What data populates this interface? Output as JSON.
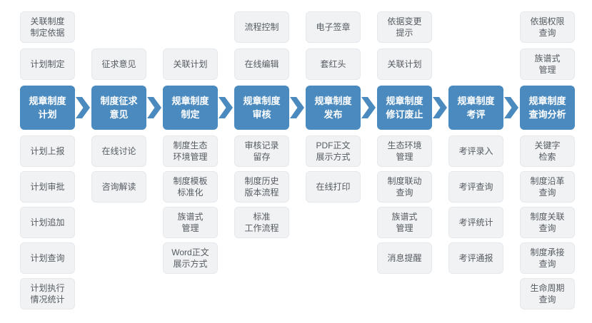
{
  "diagram": {
    "colors": {
      "accent": "#4A8ABF",
      "box_bg": "#F0F2F4",
      "box_border": "#E6E9EC",
      "box_text": "#565B61",
      "stage_text": "#FFFFFF"
    },
    "icons": {
      "flow_arrow": "chevron-right"
    },
    "stages": [
      {
        "label": "规章制度\n计划",
        "above": [
          "关联制度\n制定依据",
          "计划制定"
        ],
        "below": [
          "计划上报",
          "计划审批",
          "计划追加",
          "计划查询",
          "计划执行\n情况统计"
        ]
      },
      {
        "label": "制度征求\n意见",
        "above": [
          "征求意见"
        ],
        "below": [
          "在线讨论",
          "咨询解读"
        ]
      },
      {
        "label": "规章制度\n制定",
        "above": [
          "关联计划"
        ],
        "below": [
          "制度生态\n环境管理",
          "制度模板\n标准化",
          "族谱式\n管理",
          "Word正文\n展示方式"
        ]
      },
      {
        "label": "规章制度\n审核",
        "above": [
          "流程控制",
          "在线编辑"
        ],
        "below": [
          "审核记录\n留存",
          "制度历史\n版本流程",
          "标准\n工作流程"
        ]
      },
      {
        "label": "规章制度\n发布",
        "above": [
          "电子签章",
          "套红头"
        ],
        "below": [
          "PDF正文\n展示方式",
          "在线打印"
        ]
      },
      {
        "label": "规章制度\n修订废止",
        "above": [
          "依据变更\n提示",
          "关联计划"
        ],
        "below": [
          "生态环境\n管理",
          "制度联动\n查询",
          "族谱式\n管理",
          "消息提醒"
        ]
      },
      {
        "label": "规章制度\n考评",
        "above": [],
        "below": [
          "考评录入",
          "考评查询",
          "考评统计",
          "考评通报"
        ]
      },
      {
        "label": "规章制度\n查询分析",
        "above": [
          "依据权限\n查询",
          "族谱式\n管理"
        ],
        "below": [
          "关键字\n检索",
          "制度沿革\n查询",
          "制度关联\n查询",
          "制度承接\n查询",
          "生命周期\n查询"
        ]
      }
    ]
  }
}
